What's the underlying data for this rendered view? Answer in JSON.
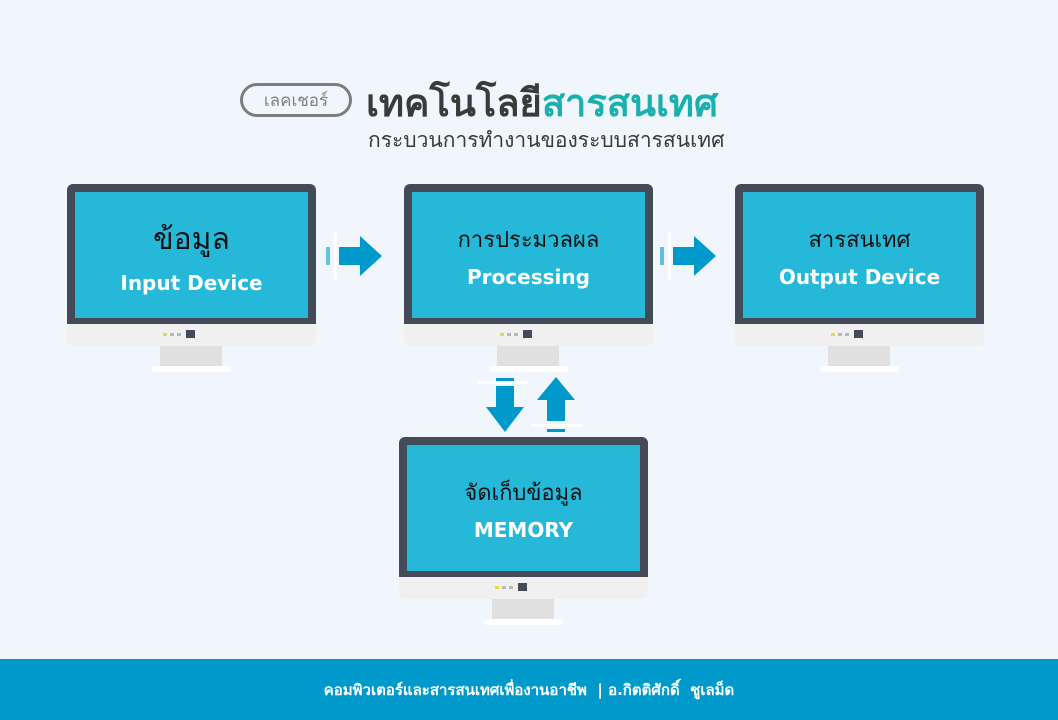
{
  "header": {
    "badge": "เลคเชอร์",
    "title_main": "เทคโนโลยี",
    "title_accent": "สารสนเทศ",
    "subtitle": "กระบวนการทำงานของระบบสารสนเทศ"
  },
  "monitors": [
    {
      "th": "ข้อมูล",
      "en": "Input Device"
    },
    {
      "th": "การประมวลผล",
      "en": "Processing"
    },
    {
      "th": "สารสนเทศ",
      "en": "Output Device"
    },
    {
      "th": "จัดเก็บข้อมูล",
      "en": "MEMORY"
    }
  ],
  "footer": {
    "text": "คอมพิวเตอร์และสารสนเทศเพื่องานอาชีพ  | อ.กิตติศักดิ์  ชูเลม็ด"
  },
  "colors": {
    "accent": "#1ab0b0",
    "screen": "#25b8d8",
    "arrow": "#0099cc",
    "footer": "#0099cc"
  }
}
